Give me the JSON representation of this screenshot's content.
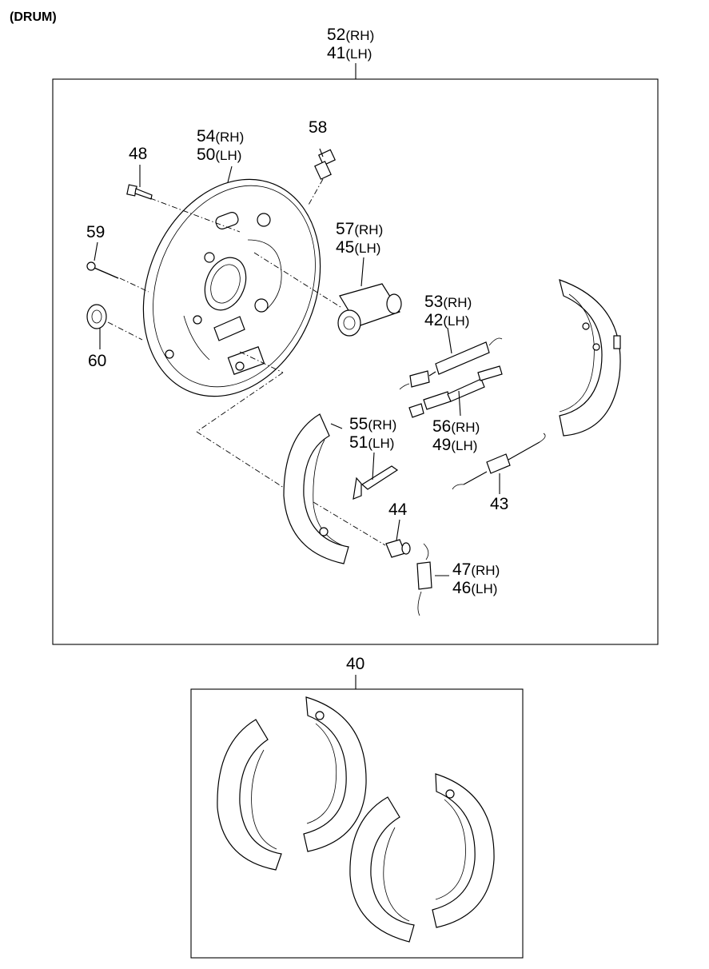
{
  "title": "(DRUM)",
  "callouts": {
    "backing_plate_assy": {
      "rh": "52",
      "rh_suffix": "(RH)",
      "lh": "41",
      "lh_suffix": "(LH)"
    },
    "backing_plate": {
      "rh": "54",
      "rh_suffix": "(RH)",
      "lh": "50",
      "lh_suffix": "(LH)"
    },
    "bolt": {
      "num": "48"
    },
    "bleeder": {
      "num": "58"
    },
    "pin": {
      "num": "59"
    },
    "wheel_cylinder": {
      "rh": "57",
      "rh_suffix": "(RH)",
      "lh": "45",
      "lh_suffix": "(LH)"
    },
    "plug": {
      "num": "60"
    },
    "upper_spring": {
      "rh": "53",
      "rh_suffix": "(RH)",
      "lh": "42",
      "lh_suffix": "(LH)"
    },
    "adjuster": {
      "rh": "56",
      "rh_suffix": "(RH)",
      "lh": "49",
      "lh_suffix": "(LH)"
    },
    "lever": {
      "rh": "55",
      "rh_suffix": "(RH)",
      "lh": "51",
      "lh_suffix": "(LH)"
    },
    "lower_spring": {
      "num": "43"
    },
    "hold_spring": {
      "num": "44"
    },
    "return_spring": {
      "rh": "47",
      "rh_suffix": "(RH)",
      "lh": "46",
      "lh_suffix": "(LH)"
    },
    "shoe_kit": {
      "num": "40"
    }
  }
}
